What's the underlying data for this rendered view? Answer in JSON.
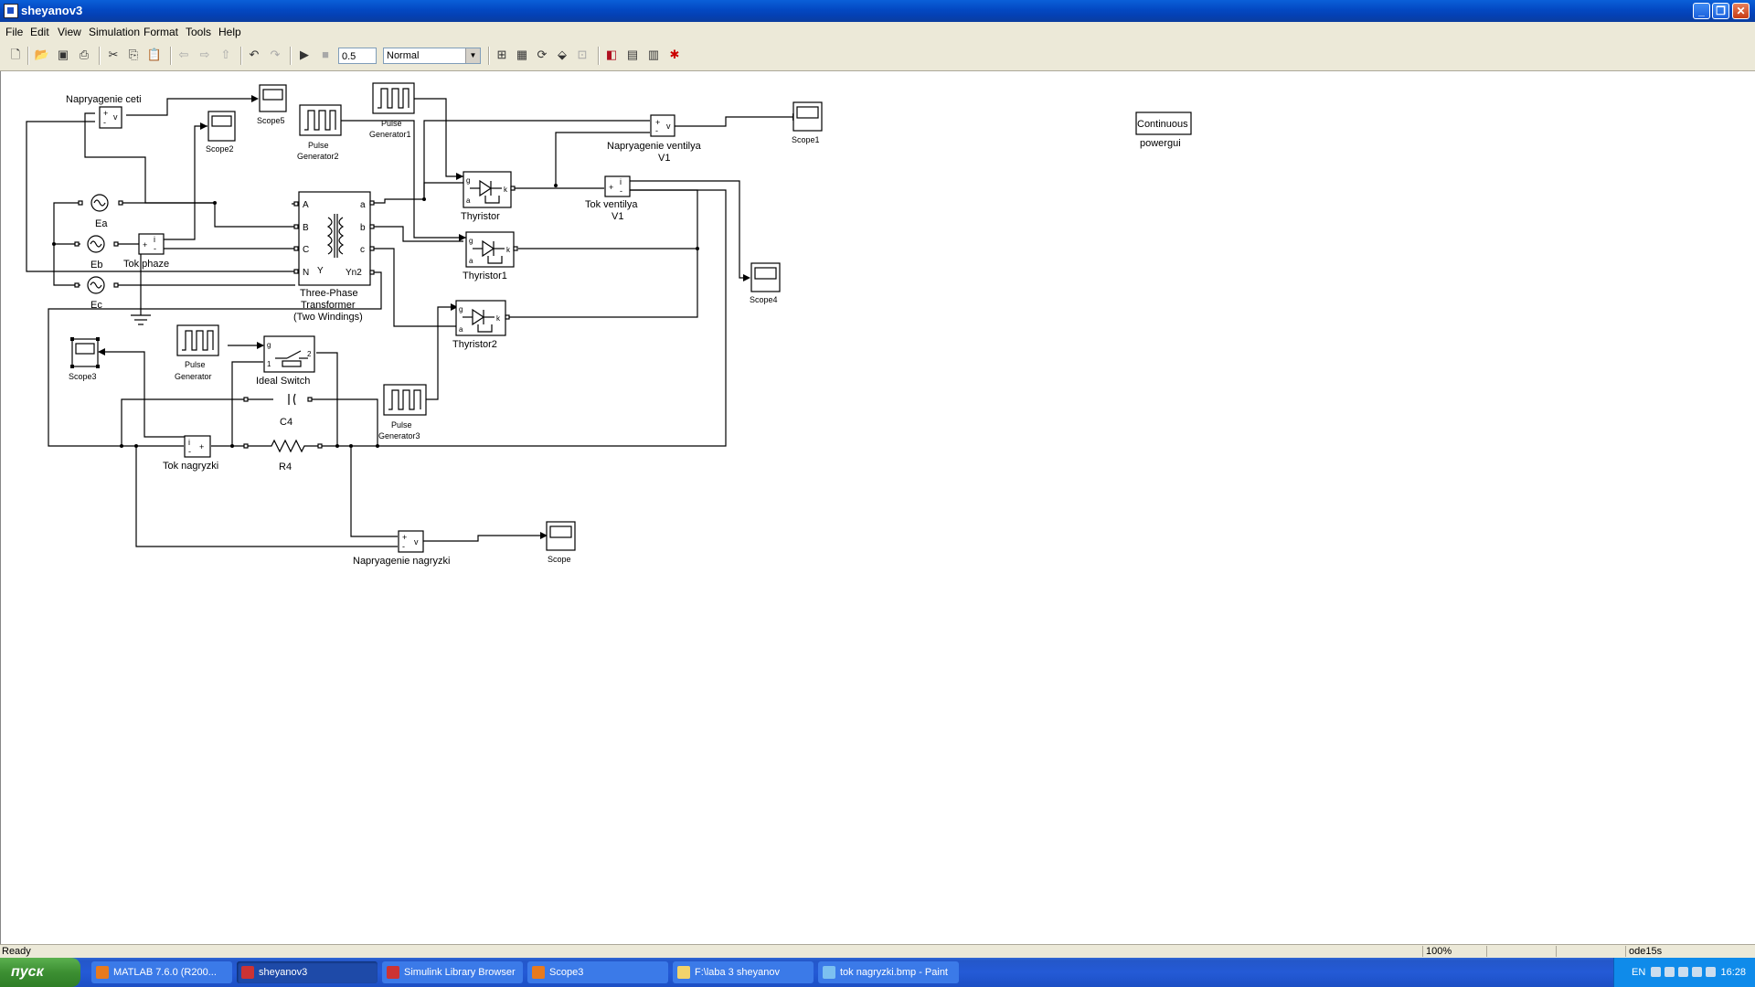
{
  "window": {
    "title": "sheyanov3"
  },
  "menu": [
    "File",
    "Edit",
    "View",
    "Simulation",
    "Format",
    "Tools",
    "Help"
  ],
  "toolbar": {
    "stop_time": "0.5",
    "sim_mode": "Normal"
  },
  "blocks": {
    "voltage_grid": "Napryagenie ceti",
    "scope5": "Scope5",
    "scope2": "Scope2",
    "pulse_gen2_a": "Pulse",
    "pulse_gen2_b": "Generator2",
    "pulse_gen1_a": "Pulse",
    "pulse_gen1_b": "Generator1",
    "scope1": "Scope1",
    "valve_voltage_a": "Napryagenie ventilya",
    "valve_voltage_b": "V1",
    "powergui_block": "Continuous",
    "powergui": "powergui",
    "thyristor": "Thyristor",
    "valve_current_a": "Tok ventilya",
    "valve_current_b": "V1",
    "ea": "Ea",
    "eb": "Eb",
    "ec": "Ec",
    "phase_current": "Tok phaze",
    "transformer_a": "Three-Phase",
    "transformer_b": "Transformer",
    "transformer_c": "(Two Windings)",
    "thyristor1": "Thyristor1",
    "thyristor2": "Thyristor2",
    "scope4": "Scope4",
    "scope3": "Scope3",
    "pulse_gen_a": "Pulse",
    "pulse_gen_b": "Generator",
    "ideal_switch": "Ideal Switch",
    "c4": "C4",
    "pulse_gen3_a": "Pulse",
    "pulse_gen3_b": "Generator3",
    "load_current": "Tok nagryzki",
    "r4": "R4",
    "load_voltage": "Napryagenie nagryzki",
    "scope": "Scope"
  },
  "ports": {
    "A": "A",
    "B": "B",
    "C": "C",
    "N": "N",
    "a": "a",
    "b": "b",
    "c": "c",
    "Y": "Y",
    "Yn2": "Yn2",
    "g": "g",
    "k": "k",
    "plus": "+",
    "minus": "-",
    "v": "v",
    "i": "i",
    "one": "1",
    "two": "2"
  },
  "status": {
    "ready": "Ready",
    "zoom": "100%",
    "solver": "ode15s"
  },
  "taskbar": {
    "start": "пуск",
    "tasks": [
      "MATLAB 7.6.0 (R200...",
      "sheyanov3",
      "Simulink Library Browser",
      "Scope3",
      "F:\\laba 3 sheyanov",
      "tok nagryzki.bmp - Paint"
    ],
    "lang": "EN",
    "clock": "16:28"
  },
  "colors": {
    "titlebar": "#0a5fd8",
    "chrome": "#ece9d8",
    "taskbar": "#245ad6",
    "start": "#3c8f32",
    "active_task": "#1e4aa8",
    "tray": "#0f8bea"
  }
}
